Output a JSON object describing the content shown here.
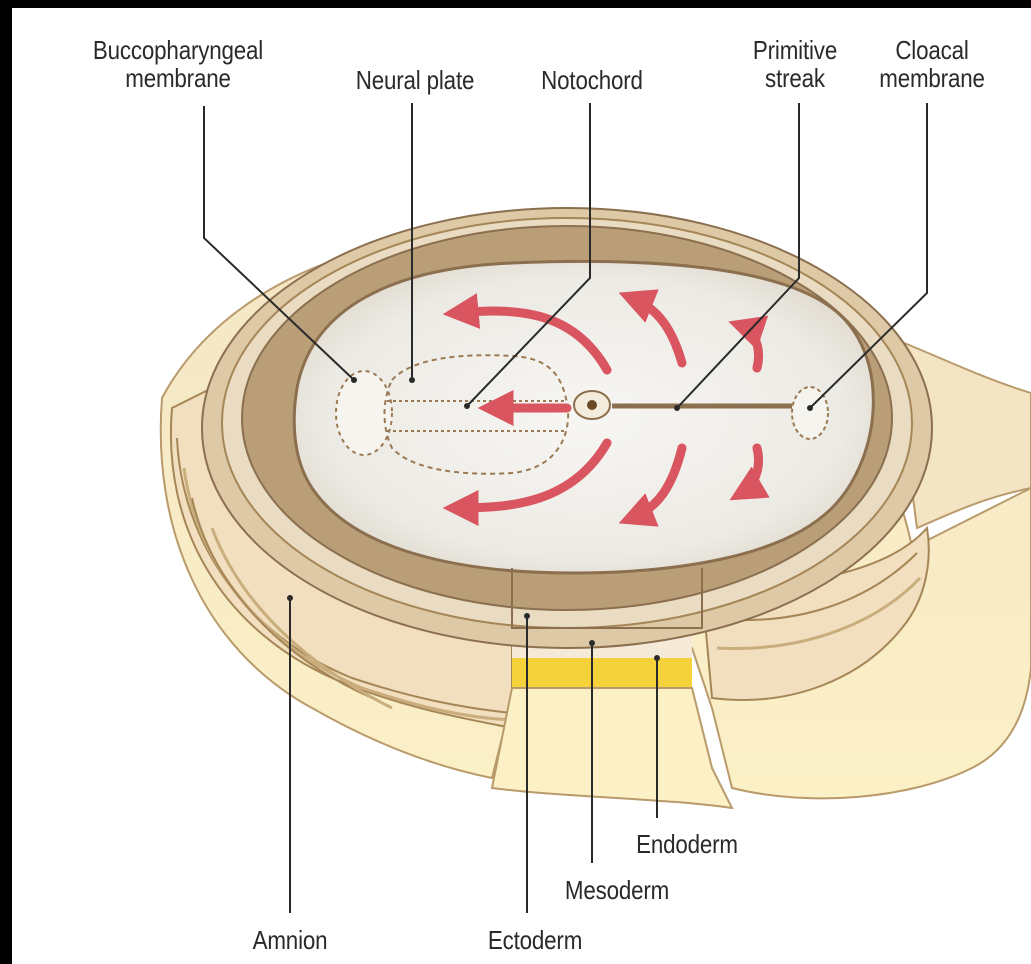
{
  "labels": {
    "buccopharyngeal": [
      "Buccopharyngeal",
      "membrane"
    ],
    "neural_plate": "Neural plate",
    "notochord": "Notochord",
    "primitive_streak": [
      "Primitive",
      "streak"
    ],
    "cloacal": [
      "Cloacal",
      "membrane"
    ],
    "amnion": "Amnion",
    "ectoderm": "Ectoderm",
    "mesoderm": "Mesoderm",
    "endoderm": "Endoderm"
  },
  "colors": {
    "outer_frame": "#000000",
    "background": "#ffffff",
    "ectoderm_surface": "#efeeea",
    "ectoderm_rim": "#8b6f4e",
    "mesoderm_layer": "#f3e6cf",
    "endoderm_layer": "#f5d23a",
    "yolk_wall": "#f7ecc4",
    "migration_arrows": "#d9555f",
    "leader_lines": "#2a2a2a"
  }
}
